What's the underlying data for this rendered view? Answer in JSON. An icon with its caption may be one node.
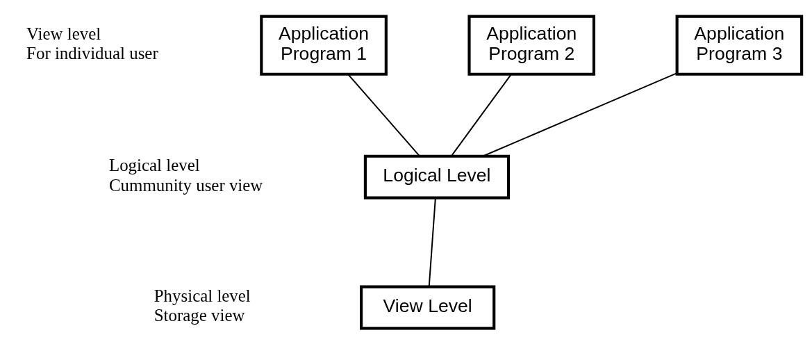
{
  "diagram": {
    "nodes": [
      {
        "text": [
          "Application Program 1"
        ]
      },
      {
        "text": [
          "Application Program 2"
        ]
      },
      {
        "text": [
          "Application Program 3"
        ]
      },
      {
        "text": [
          "Logical Level"
        ]
      },
      {
        "text": [
          "View Level"
        ]
      }
    ],
    "edges": [
      {
        "from": 0,
        "to": 3,
        "arrow": "none"
      },
      {
        "from": 1,
        "to": 3,
        "arrow": "none"
      },
      {
        "from": 2,
        "to": 3,
        "arrow": "none"
      },
      {
        "from": 3,
        "to": 4,
        "arrow": "none"
      }
    ],
    "labels": [
      "View level",
      "For individual user",
      "Logical level",
      "Cummunity user view",
      "Physical level",
      "Storage view"
    ]
  }
}
